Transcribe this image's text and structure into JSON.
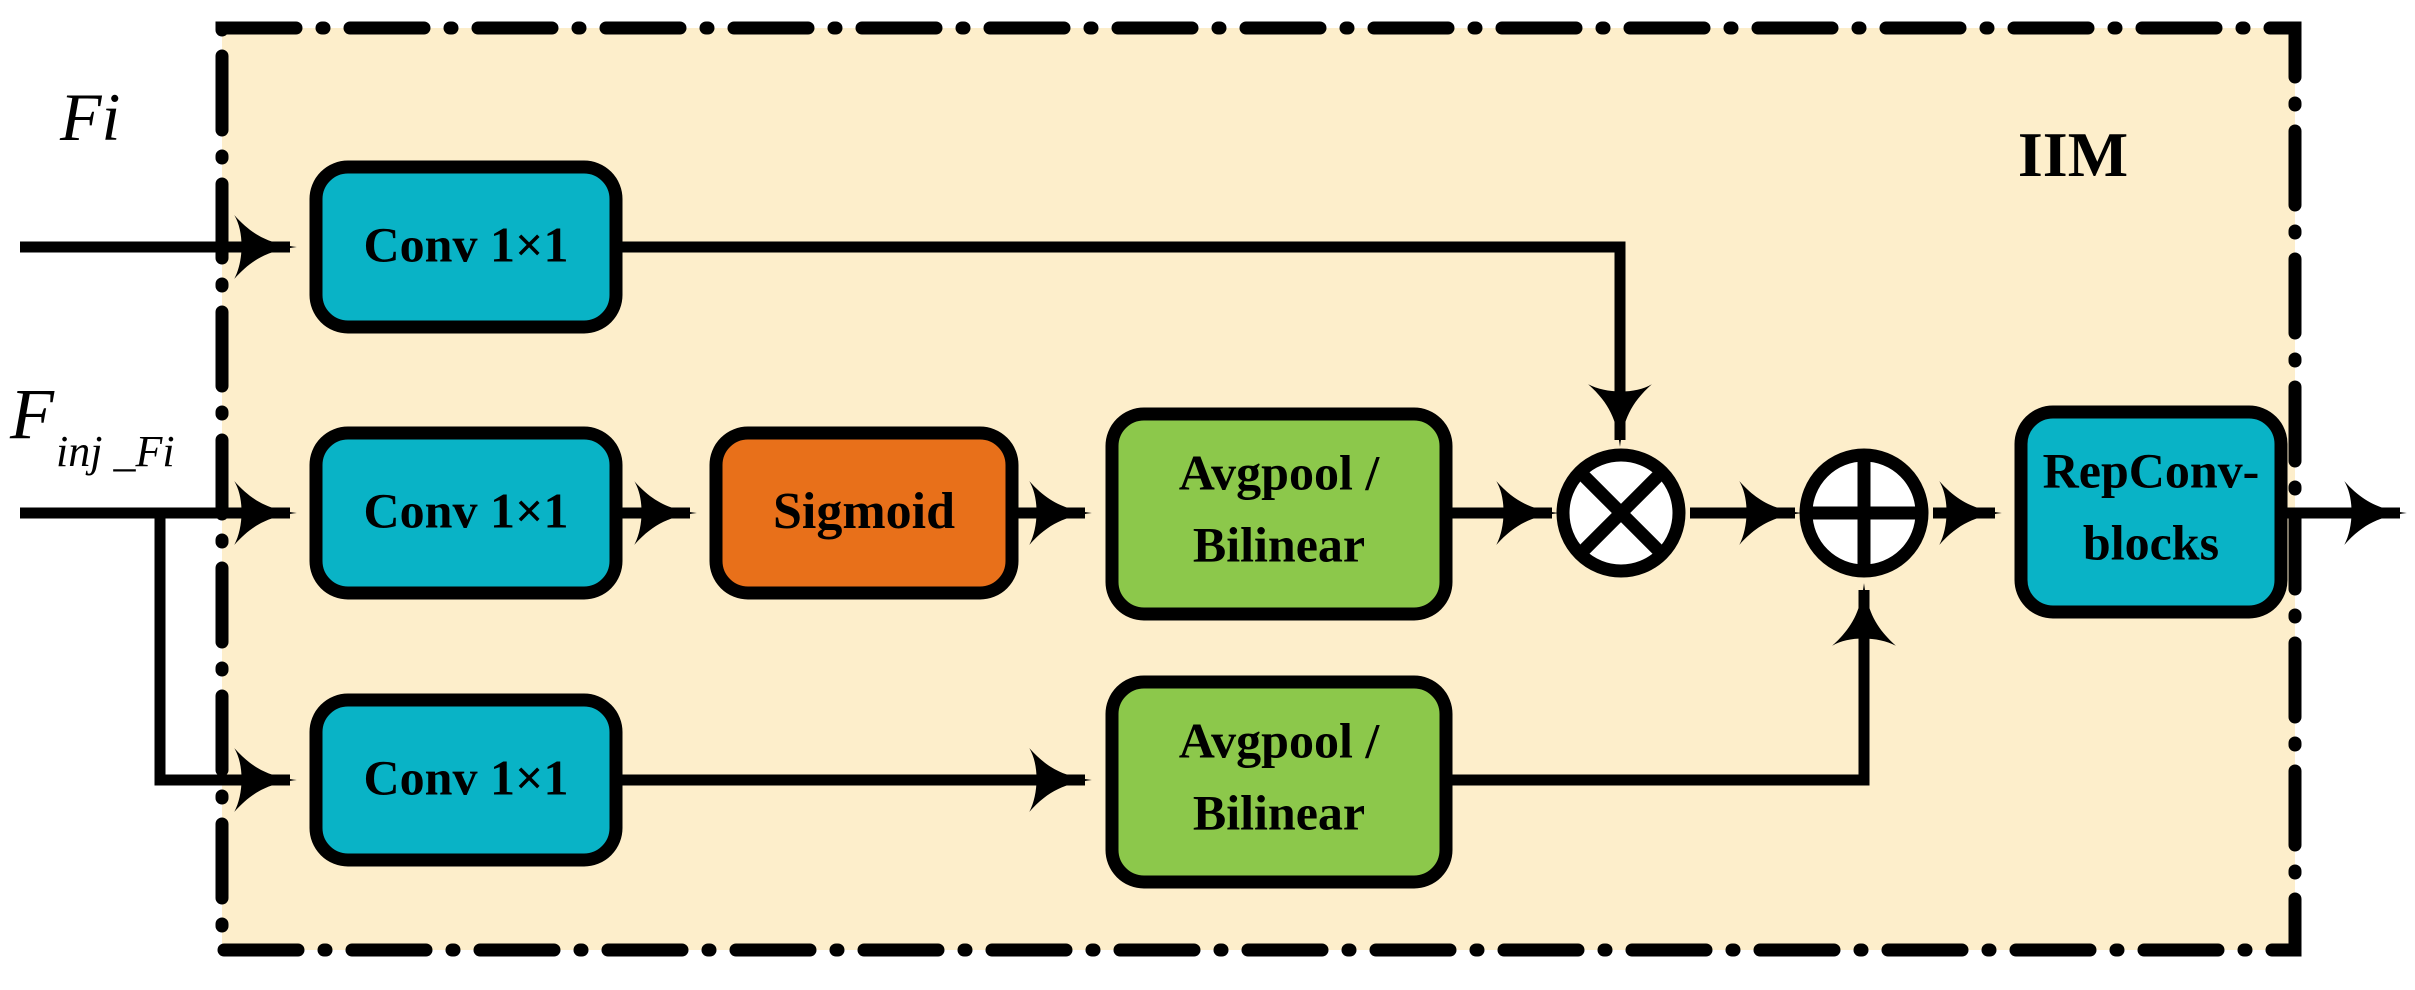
{
  "module": {
    "title": "IIM",
    "background_color": "#fdeecb",
    "border_color": "#000000",
    "border_style": "dash-dot"
  },
  "colors": {
    "teal": "#09b3c6",
    "orange": "#e8701a",
    "green": "#8cc84b",
    "cream": "#fdeecb",
    "black": "#000000",
    "white": "#ffffff"
  },
  "inputs": [
    {
      "id": "fi",
      "label": "Fi",
      "sub": ""
    },
    {
      "id": "finj",
      "label": "F",
      "sub": "inj _Fi"
    }
  ],
  "nodes": {
    "conv_top": {
      "label_line1": "Conv 1×1",
      "label_line2": "",
      "color": "#09b3c6"
    },
    "conv_mid": {
      "label_line1": "Conv 1×1",
      "label_line2": "",
      "color": "#09b3c6"
    },
    "conv_bottom": {
      "label_line1": "Conv 1×1",
      "label_line2": "",
      "color": "#09b3c6"
    },
    "sigmoid": {
      "label_line1": "Sigmoid",
      "label_line2": "",
      "color": "#e8701a"
    },
    "avgpool_mid": {
      "label_line1": "Avgpool /",
      "label_line2": "Bilinear",
      "color": "#8cc84b"
    },
    "avgpool_bottom": {
      "label_line1": "Avgpool /",
      "label_line2": "Bilinear",
      "color": "#8cc84b"
    },
    "repconv": {
      "label_line1": "RepConv-",
      "label_line2": "blocks",
      "color": "#09b3c6"
    }
  },
  "operators": {
    "multiply": {
      "symbol": "multiply-circle",
      "glyph": "⊗"
    },
    "add": {
      "symbol": "plus-circle",
      "glyph": "⊕"
    }
  },
  "flow": [
    "Fi -> Conv 1×1 (top) -> multiply",
    "F_inj_Fi -> Conv 1×1 (mid) -> Sigmoid -> Avgpool / Bilinear -> multiply",
    "F_inj_Fi -> Conv 1×1 (bottom) -> Avgpool / Bilinear -> add",
    "multiply -> add -> RepConv-blocks -> output"
  ]
}
